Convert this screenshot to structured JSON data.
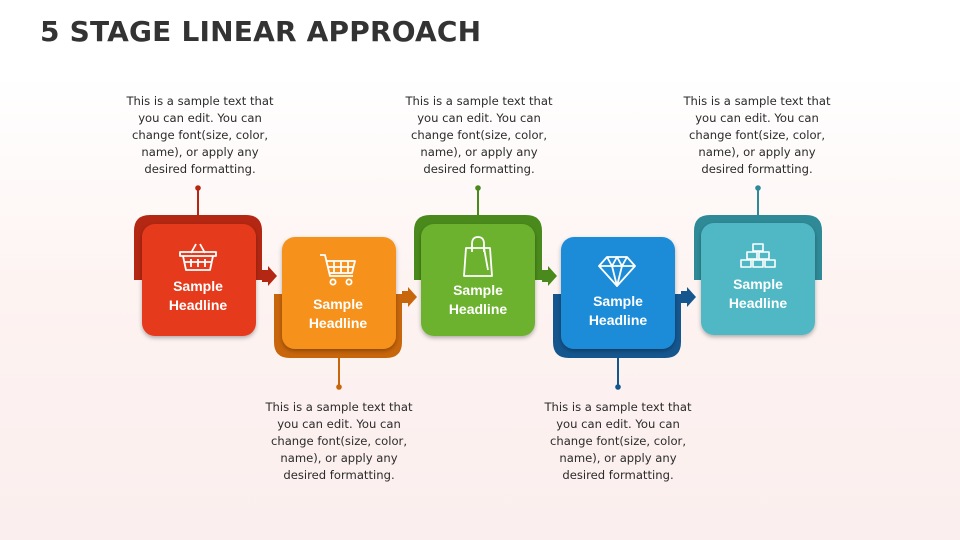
{
  "title": "5 STAGE LINEAR APPROACH",
  "colors": {
    "stage1": "#e53a1d",
    "stage2": "#f6921e",
    "stage3": "#6cb22d",
    "stage4": "#1b8cd8",
    "stage5": "#4fb8c4"
  },
  "stages": [
    {
      "headline_line1": "Sample",
      "headline_line2": "Headline",
      "icon": "basket-icon",
      "description": "This is a sample text that\nyou can edit. You can\nchange font(size, color,\nname), or apply any\ndesired formatting."
    },
    {
      "headline_line1": "Sample",
      "headline_line2": "Headline",
      "icon": "shopping-cart-icon",
      "description": "This is a sample text that\nyou can edit. You can\nchange font(size, color,\nname), or apply any\ndesired formatting."
    },
    {
      "headline_line1": "Sample",
      "headline_line2": "Headline",
      "icon": "shopping-bag-icon",
      "description": "This is a sample text that\nyou can edit. You can\nchange font(size, color,\nname), or apply any\ndesired formatting."
    },
    {
      "headline_line1": "Sample",
      "headline_line2": "Headline",
      "icon": "diamond-icon",
      "description": "This is a sample text that\nyou can edit. You can\nchange font(size, color,\nname), or apply any\ndesired formatting."
    },
    {
      "headline_line1": "Sample",
      "headline_line2": "Headline",
      "icon": "gold-bars-icon",
      "description": "This is a sample text that\nyou can edit. You can\nchange font(size, color,\nname), or apply any\ndesired formatting."
    }
  ]
}
